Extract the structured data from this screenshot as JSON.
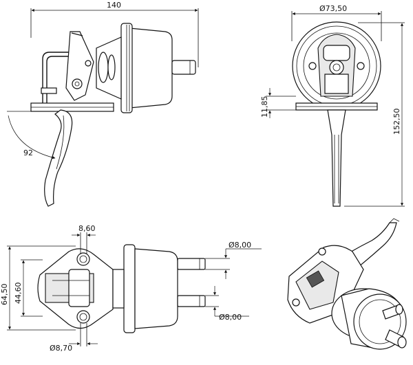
{
  "dimensions": {
    "side_width": "140",
    "lever_angle": "92",
    "flange_diameter": "Ø73,50",
    "flange_height": "11,85",
    "total_height": "152,50",
    "hole_spacing": "8,60",
    "height_outer": "64,50",
    "height_inner": "44,60",
    "hole_diameter": "Ø8,70",
    "outlet_diameter_top": "Ø8,00",
    "outlet_diameter_bottom": "Ø8,00"
  }
}
